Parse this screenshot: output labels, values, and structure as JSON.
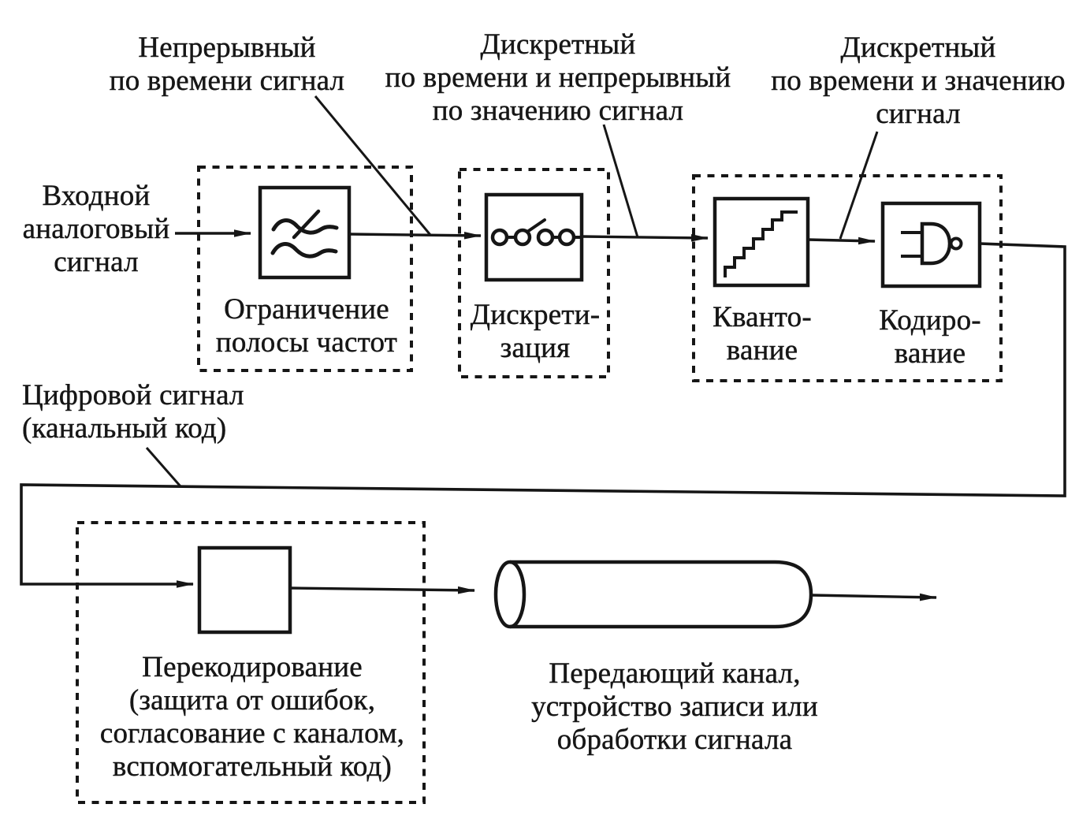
{
  "colors": {
    "ink": "#161616",
    "background": "#ffffff"
  },
  "annotations": {
    "input_signal": "Входной\nаналоговый\nсигнал",
    "continuous_time_signal": "Непрерывный\nпо времени сигнал",
    "discrete_time_continuous_value_signal": "Дискретный\nпо времени и непрерывный\nпо значению сигнал",
    "discrete_time_value_signal": "Дискретный\nпо времени и значению\nсигнал",
    "digital_signal": "Цифровой сигнал\n(канальный код)"
  },
  "blocks": {
    "band_limiting": "Ограничение\nполосы частот",
    "sampling": "Дискрети-\nзация",
    "quantization": "Кванто-\nвание",
    "coding": "Кодиро-\nвание",
    "recoding": "Перекодирование\n(защита от ошибок,\nсогласование с каналом,\nвспомогательный код)",
    "channel": "Передающий канал,\nустройство записи или\nобработки сигнала"
  },
  "icons": {
    "band_limit_filter": "band-limit-filter-icon",
    "sampling_switch": "sampling-switch-icon",
    "quantization_staircase": "quantization-staircase-icon",
    "coding_gate": "nand-gate-icon",
    "transmission_channel": "channel-cylinder-icon"
  }
}
